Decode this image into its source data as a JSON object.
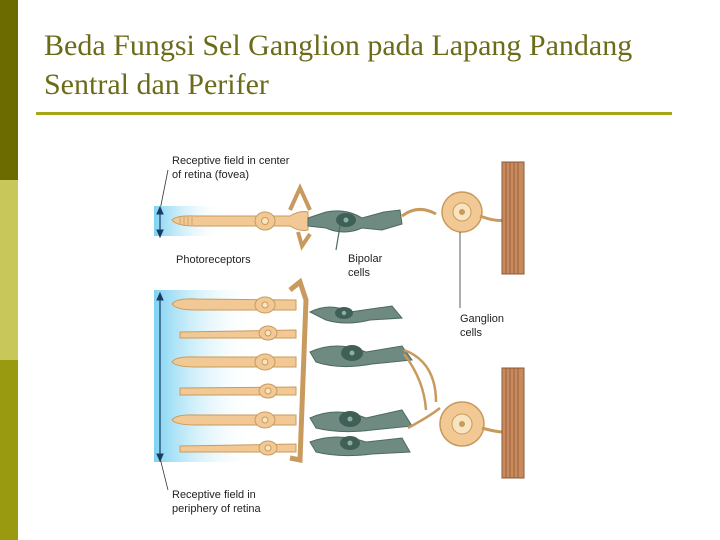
{
  "slide": {
    "title": "Beda Fungsi Sel Ganglion pada Lapang Pandang Sentral dan Perifer"
  },
  "colors": {
    "accent_olive": "#a6a619",
    "bar_dark": "#6b6b00",
    "bar_light": "#c8c85a",
    "title_text": "#6b6b1a",
    "cell_tan": "#f2c994",
    "cell_outline": "#c89a5e",
    "bipolar_gray": "#6f8a80",
    "nerve_brown": "#a06a45",
    "light_blue": "#7fd3f2"
  },
  "diagram": {
    "labels": {
      "rf_center": [
        "Receptive field in center",
        "of retina (fovea)"
      ],
      "photoreceptors": "Photoreceptors",
      "bipolar": [
        "Bipolar",
        "cells"
      ],
      "ganglion": [
        "Ganglion",
        "cells"
      ],
      "rf_periphery": [
        "Receptive field in",
        "periphery of retina"
      ]
    }
  }
}
